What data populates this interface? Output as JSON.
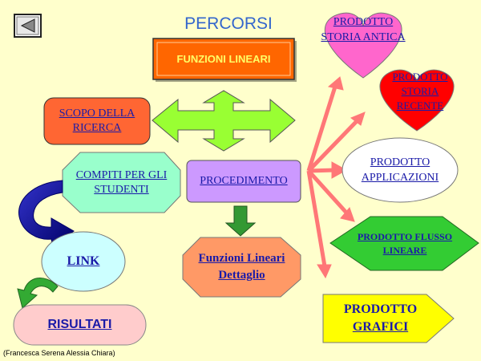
{
  "title": "PERCORSI",
  "back_icon": "back-arrow-icon",
  "nodes": {
    "funzioni": "FUNZIONI LINEARI",
    "scopo": "SCOPO DELLA RICERCA",
    "compiti": "COMPITI PER GLI STUDENTI",
    "procedimento": "PROCEDIMENTO",
    "link": "LINK",
    "risultati": "RISULTATI",
    "dettaglio": "Funzioni Lineari Dettaglio",
    "antica": "PRODOTTO STORIA ANTICA",
    "recente": "PRODOTTO STORIA RECENTE",
    "applicazioni": "PRODOTTO APPLICAZIONI",
    "flusso": "PRODOTTO FLUSSO LINEARE",
    "grafici_a": "PRODOTTO",
    "grafici_b": "GRAFICI"
  },
  "credit": "(Francesca Serena Alessia Chiara)",
  "colors": {
    "background": "#FFFFCC",
    "link_text": "#1a1aa8",
    "title": "#3366CC",
    "funzioni_fill": "#FF6600",
    "scopo_fill": "#FF6633",
    "compiti_fill": "#99FFCC",
    "procedimento_fill": "#CC99FF",
    "link_fill": "#CCFFFF",
    "risultati_fill": "#FFCCCC",
    "dettaglio_fill": "#FF9966",
    "antica_fill": "#FF66CC",
    "recente_fill": "#FF0000",
    "applicazioni_fill": "#FFFFFF",
    "flusso_fill": "#33CC33",
    "grafici_fill": "#FFFF00",
    "cross_arrow": "#99FF33",
    "fan_arrows": "#FF7777",
    "curved_arrow_blue": "#3333CC",
    "curved_arrow_green": "#33AA33"
  }
}
